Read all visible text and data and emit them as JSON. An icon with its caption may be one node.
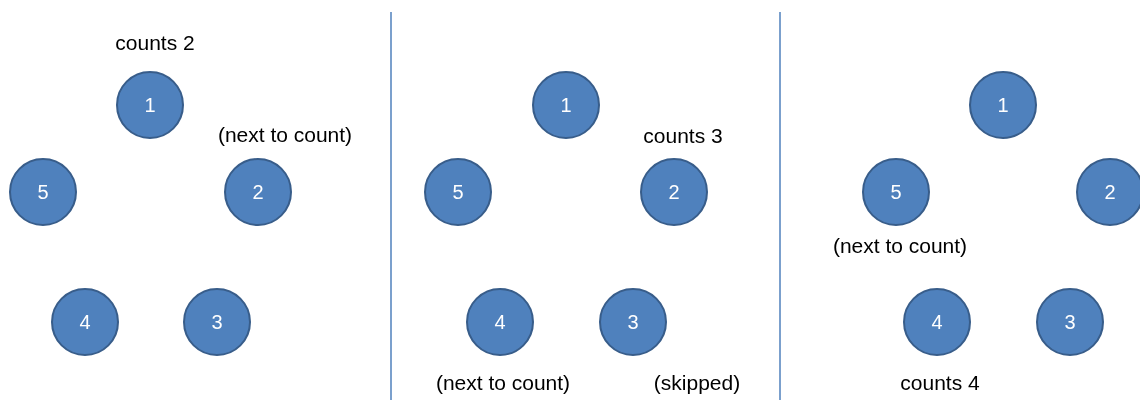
{
  "diagram": {
    "nodes": [
      {
        "text": [
          "1"
        ]
      },
      {
        "text": [
          "5"
        ]
      },
      {
        "text": [
          "2"
        ]
      },
      {
        "text": [
          "4"
        ]
      },
      {
        "text": [
          "3"
        ]
      },
      {
        "text": [
          "1"
        ]
      },
      {
        "text": [
          "5"
        ]
      },
      {
        "text": [
          "2"
        ]
      },
      {
        "text": [
          "4"
        ]
      },
      {
        "text": [
          "3"
        ]
      },
      {
        "text": [
          "1"
        ]
      },
      {
        "text": [
          "5"
        ]
      },
      {
        "text": [
          "2"
        ]
      },
      {
        "text": [
          "4"
        ]
      },
      {
        "text": [
          "3"
        ]
      }
    ],
    "labels": [
      "counts 2",
      "(next to count)",
      "counts 3",
      "(next to count)",
      "(skipped)",
      "(next to count)",
      "counts 4"
    ]
  }
}
